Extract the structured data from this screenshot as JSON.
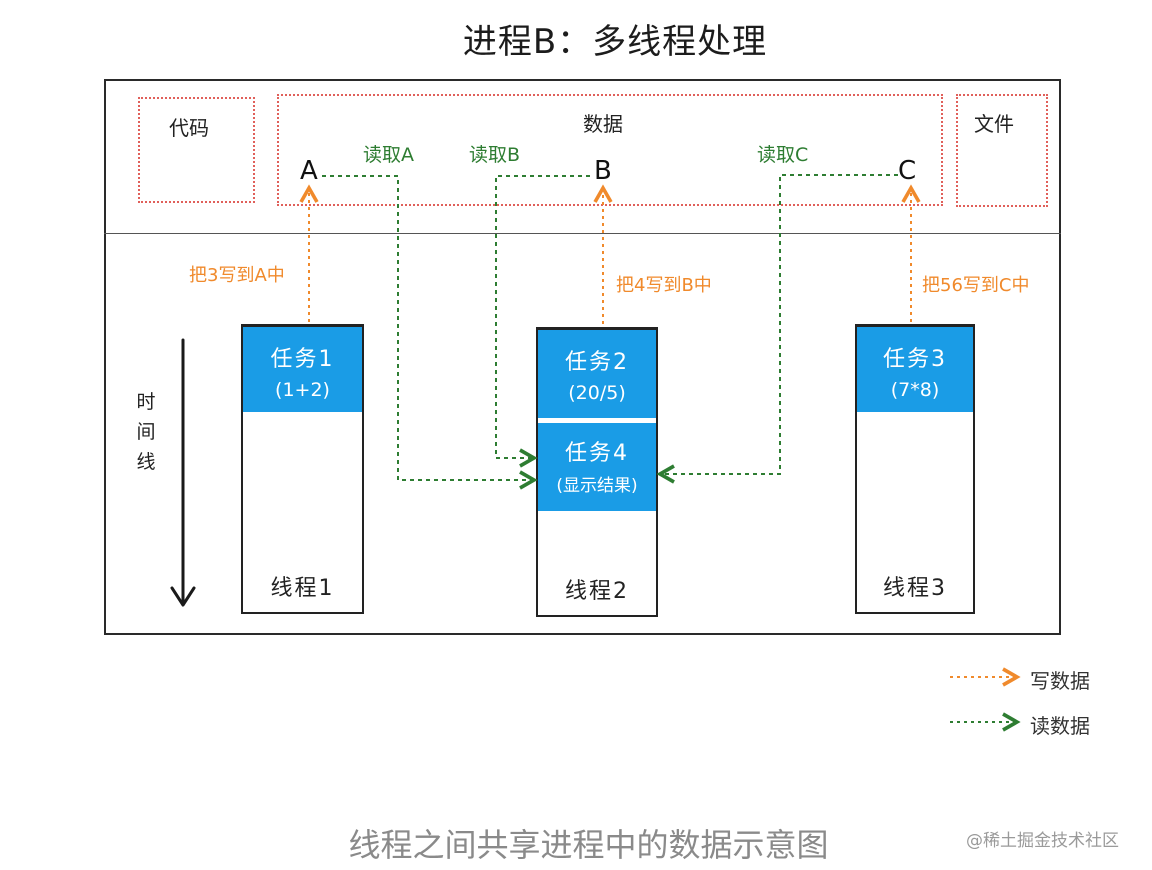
{
  "title": "进程B：多线程处理",
  "segments": {
    "code": "代码",
    "data": "数据",
    "file": "文件"
  },
  "variables": {
    "a": "A",
    "b": "B",
    "c": "C"
  },
  "reads": {
    "a": "读取A",
    "b": "读取B",
    "c": "读取C"
  },
  "writes": {
    "a": "把3写到A中",
    "b": "把4写到B中",
    "c": "把56写到C中"
  },
  "threads": [
    {
      "name": "线程1",
      "tasks": [
        {
          "name": "任务1",
          "expr": "(1+2)"
        }
      ]
    },
    {
      "name": "线程2",
      "tasks": [
        {
          "name": "任务2",
          "expr": "(20/5)"
        },
        {
          "name": "任务4",
          "expr": "(显示结果)"
        }
      ]
    },
    {
      "name": "线程3",
      "tasks": [
        {
          "name": "任务3",
          "expr": "(7*8)"
        }
      ]
    }
  ],
  "timeline_label": "时间线",
  "legend": {
    "write": "写数据",
    "read": "读数据"
  },
  "colors": {
    "write_arrow": "#f08a2c",
    "read_arrow": "#2e7d32",
    "task_fill": "#1a9ce6",
    "segment_border": "#e0605a"
  },
  "caption": "线程之间共享进程中的数据示意图",
  "watermark": "@稀土掘金技术社区"
}
